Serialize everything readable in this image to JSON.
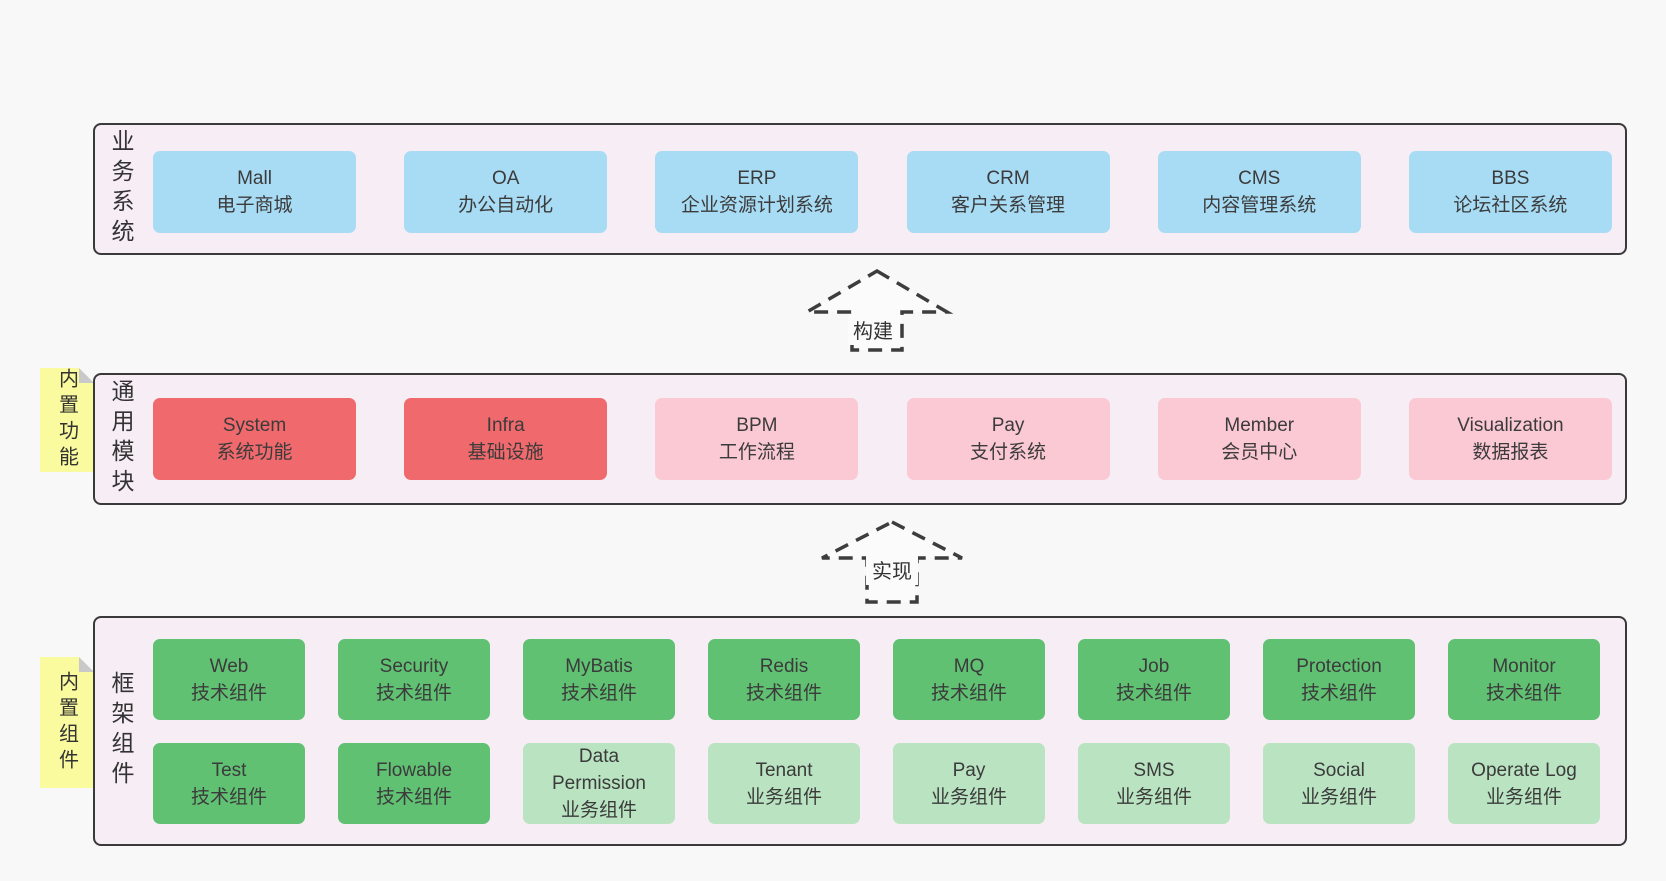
{
  "layers": [
    {
      "label": "业务系统",
      "boxes": [
        {
          "title": "Mall",
          "subtitle": "电子商城"
        },
        {
          "title": "OA",
          "subtitle": "办公自动化"
        },
        {
          "title": "ERP",
          "subtitle": "企业资源计划系统"
        },
        {
          "title": "CRM",
          "subtitle": "客户关系管理"
        },
        {
          "title": "CMS",
          "subtitle": "内容管理系统"
        },
        {
          "title": "BBS",
          "subtitle": "论坛社区系统"
        }
      ]
    },
    {
      "label": "通用模块",
      "note": "内置功能",
      "boxes": [
        {
          "title": "System",
          "subtitle": "系统功能"
        },
        {
          "title": "Infra",
          "subtitle": "基础设施"
        },
        {
          "title": "BPM",
          "subtitle": "工作流程"
        },
        {
          "title": "Pay",
          "subtitle": "支付系统"
        },
        {
          "title": "Member",
          "subtitle": "会员中心"
        },
        {
          "title": "Visualization",
          "subtitle": "数据报表"
        }
      ]
    },
    {
      "label": "框架组件",
      "note": "内置组件",
      "rows": [
        [
          {
            "title": "Web",
            "subtitle": "技术组件"
          },
          {
            "title": "Security",
            "subtitle": "技术组件"
          },
          {
            "title": "MyBatis",
            "subtitle": "技术组件"
          },
          {
            "title": "Redis",
            "subtitle": "技术组件"
          },
          {
            "title": "MQ",
            "subtitle": "技术组件"
          },
          {
            "title": "Job",
            "subtitle": "技术组件"
          },
          {
            "title": "Protection",
            "subtitle": "技术组件"
          },
          {
            "title": "Monitor",
            "subtitle": "技术组件"
          }
        ],
        [
          {
            "title": "Test",
            "subtitle": "技术组件"
          },
          {
            "title": "Flowable",
            "subtitle": "技术组件"
          },
          {
            "title": "Data Permission",
            "subtitle": "业务组件"
          },
          {
            "title": "Tenant",
            "subtitle": "业务组件"
          },
          {
            "title": "Pay",
            "subtitle": "业务组件"
          },
          {
            "title": "SMS",
            "subtitle": "业务组件"
          },
          {
            "title": "Social",
            "subtitle": "业务组件"
          },
          {
            "title": "Operate Log",
            "subtitle": "业务组件"
          }
        ]
      ]
    }
  ],
  "arrows": [
    {
      "label": "构建"
    },
    {
      "label": "实现"
    }
  ],
  "colors": {
    "business_system_box": "#a8dcf5",
    "core_module_box": "#f0696c",
    "common_module_box": "#fbc9d4",
    "tech_component_box": "#60c173",
    "biz_component_box": "#b9e3c1",
    "layer_background": "#f7edf5",
    "sticky_note": "#fafa9e",
    "border": "#3a3a3a",
    "page_background": "#f8f8f8"
  }
}
